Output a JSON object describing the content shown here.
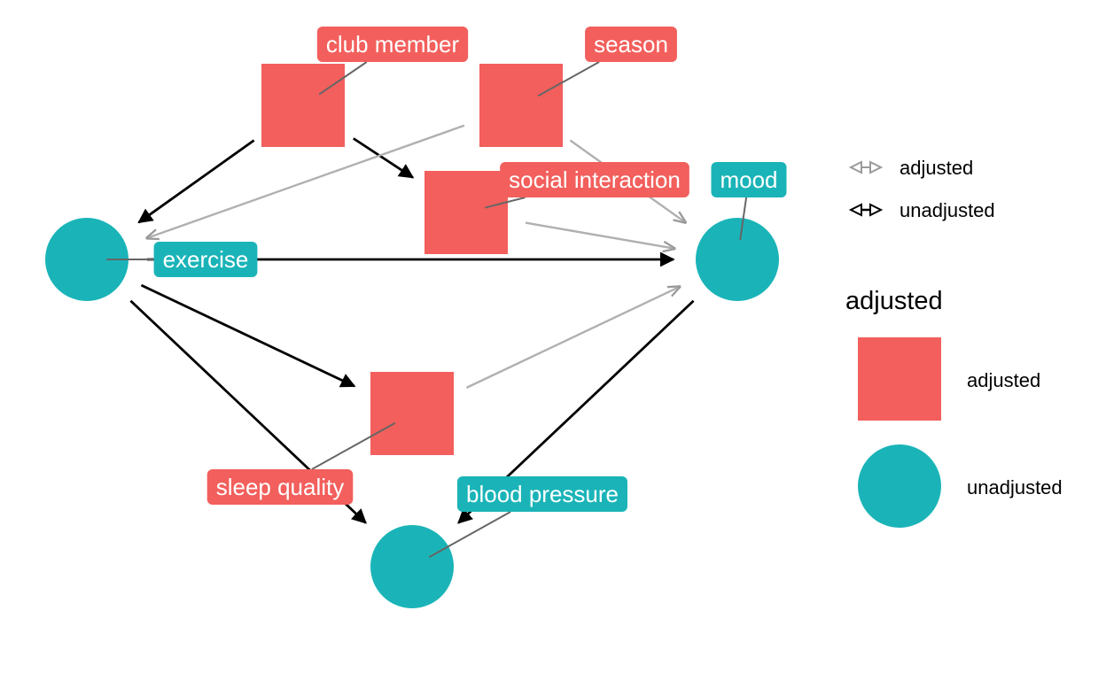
{
  "colors": {
    "adjusted": "#F25F5C",
    "unadjusted": "#1AB4B8",
    "edge_adjusted": "#B0B0B0",
    "edge_unadjusted": "#000000"
  },
  "nodes": [
    {
      "id": "club_member",
      "label": "club member",
      "status": "adjusted"
    },
    {
      "id": "season",
      "label": "season",
      "status": "adjusted"
    },
    {
      "id": "social_interaction",
      "label": "social interaction",
      "status": "adjusted"
    },
    {
      "id": "mood",
      "label": "mood",
      "status": "unadjusted"
    },
    {
      "id": "exercise",
      "label": "exercise",
      "status": "unadjusted"
    },
    {
      "id": "sleep_quality",
      "label": "sleep quality",
      "status": "adjusted"
    },
    {
      "id": "blood_pressure",
      "label": "blood pressure",
      "status": "unadjusted"
    }
  ],
  "edges": [
    {
      "from": "club_member",
      "to": "exercise",
      "type": "unadjusted"
    },
    {
      "from": "club_member",
      "to": "social_interaction",
      "type": "unadjusted"
    },
    {
      "from": "season",
      "to": "exercise",
      "type": "adjusted"
    },
    {
      "from": "season",
      "to": "mood",
      "type": "adjusted"
    },
    {
      "from": "social_interaction",
      "to": "mood",
      "type": "adjusted"
    },
    {
      "from": "exercise",
      "to": "mood",
      "type": "unadjusted"
    },
    {
      "from": "exercise",
      "to": "sleep_quality",
      "type": "unadjusted"
    },
    {
      "from": "exercise",
      "to": "blood_pressure",
      "type": "unadjusted"
    },
    {
      "from": "sleep_quality",
      "to": "mood",
      "type": "adjusted"
    },
    {
      "from": "mood",
      "to": "blood_pressure",
      "type": "unadjusted"
    }
  ],
  "legend": {
    "edge_items": [
      {
        "type": "adjusted",
        "label": "adjusted"
      },
      {
        "type": "unadjusted",
        "label": "unadjusted"
      }
    ],
    "node_title": "adjusted",
    "node_items": [
      {
        "status": "adjusted",
        "label": "adjusted"
      },
      {
        "status": "unadjusted",
        "label": "unadjusted"
      }
    ]
  }
}
